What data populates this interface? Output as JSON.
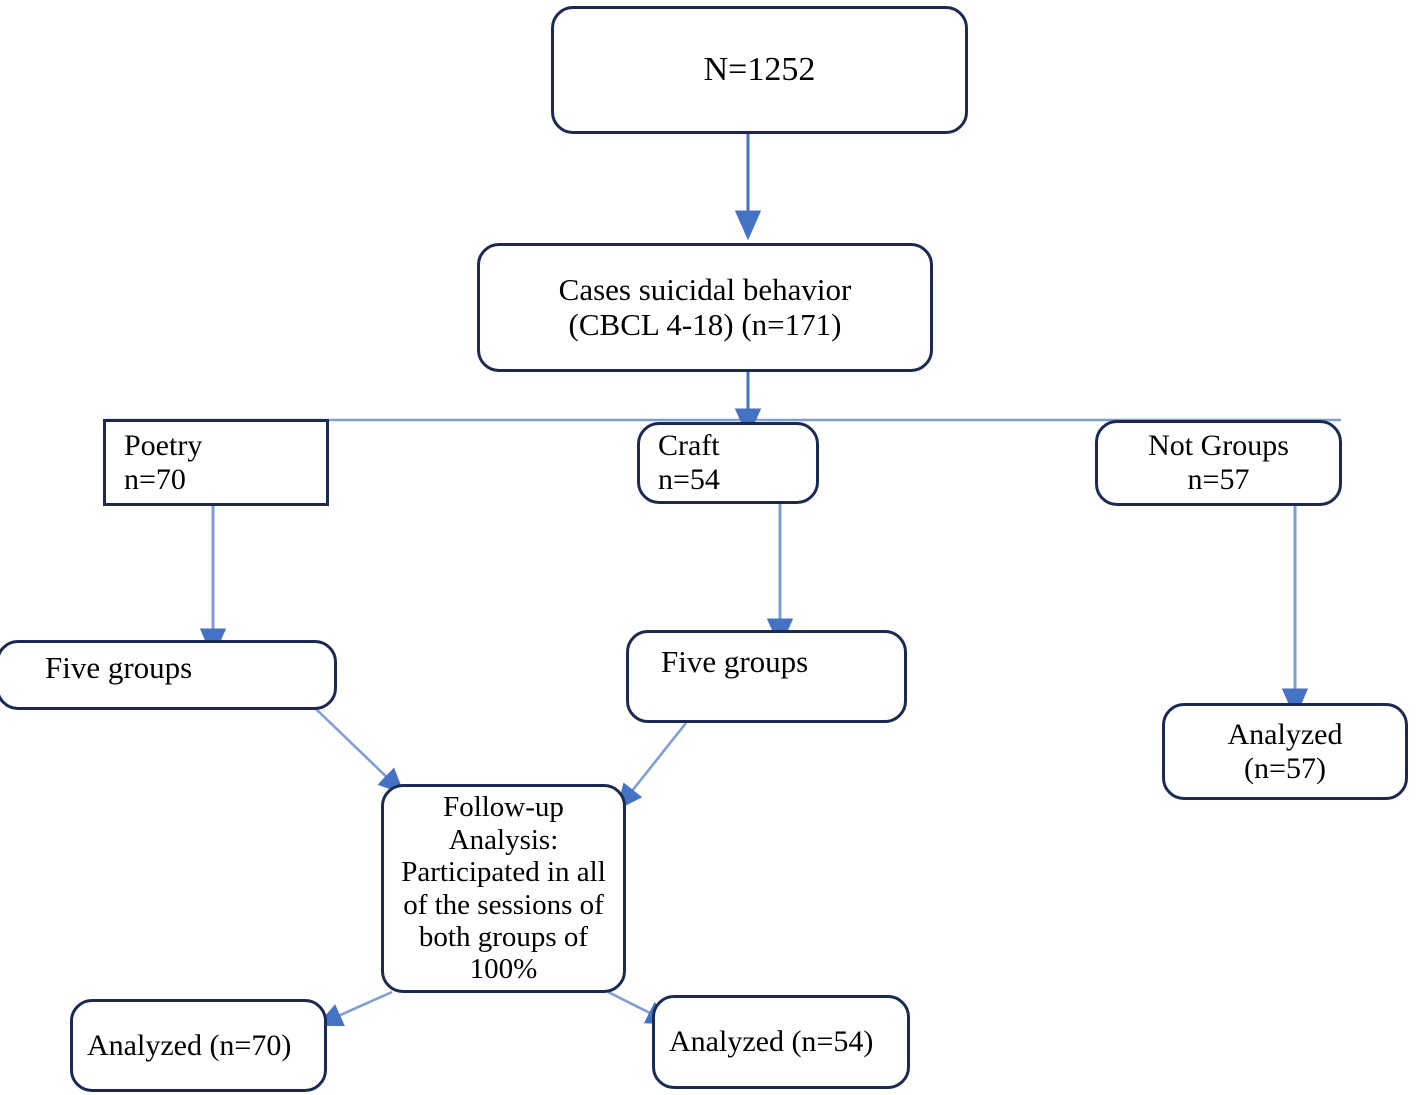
{
  "diagram": {
    "title": "Participant flow diagram",
    "accent_color": "#4472c4",
    "border_color": "#1b2a52",
    "background_color": "#ffffff",
    "text_color": "#000000",
    "nodes": [
      {
        "id": "total",
        "label": "N=1252"
      },
      {
        "id": "cases",
        "label": "Cases suicidal behavior\n(CBCL 4-18) (n=171)"
      },
      {
        "id": "poetry",
        "label": "Poetry\nn=70"
      },
      {
        "id": "craft",
        "label": "Craft\nn=54"
      },
      {
        "id": "not-groups",
        "label": "Not Groups\nn=57"
      },
      {
        "id": "five-groups-left",
        "label": "Five groups"
      },
      {
        "id": "five-groups-right",
        "label": "Five groups"
      },
      {
        "id": "followup",
        "label": "Follow-up\nAnalysis:\nParticipated in all\nof the sessions of\nboth groups of\n100%"
      },
      {
        "id": "analyzed-70",
        "label": "Analyzed (n=70)"
      },
      {
        "id": "analyzed-54",
        "label": "Analyzed (n=54)"
      },
      {
        "id": "analyzed-57",
        "label": "Analyzed\n(n=57)"
      }
    ],
    "edges": [
      {
        "id": "total-to-cases",
        "from": "total",
        "to": "cases"
      },
      {
        "id": "cases-to-craft",
        "from": "cases",
        "to": "craft"
      },
      {
        "id": "split-bar",
        "from": "cases",
        "to": "poetry / craft / not-groups"
      },
      {
        "id": "poetry-to-five-left",
        "from": "poetry",
        "to": "five-groups-left"
      },
      {
        "id": "craft-to-five-right",
        "from": "craft",
        "to": "five-groups-right"
      },
      {
        "id": "not-groups-to-analyzed57",
        "from": "not-groups",
        "to": "analyzed-57"
      },
      {
        "id": "five-left-to-followup",
        "from": "five-groups-left",
        "to": "followup"
      },
      {
        "id": "five-right-to-followup",
        "from": "five-groups-right",
        "to": "followup"
      },
      {
        "id": "followup-to-analyzed70",
        "from": "followup",
        "to": "analyzed-70"
      },
      {
        "id": "followup-to-analyzed54",
        "from": "followup",
        "to": "analyzed-54"
      }
    ]
  }
}
